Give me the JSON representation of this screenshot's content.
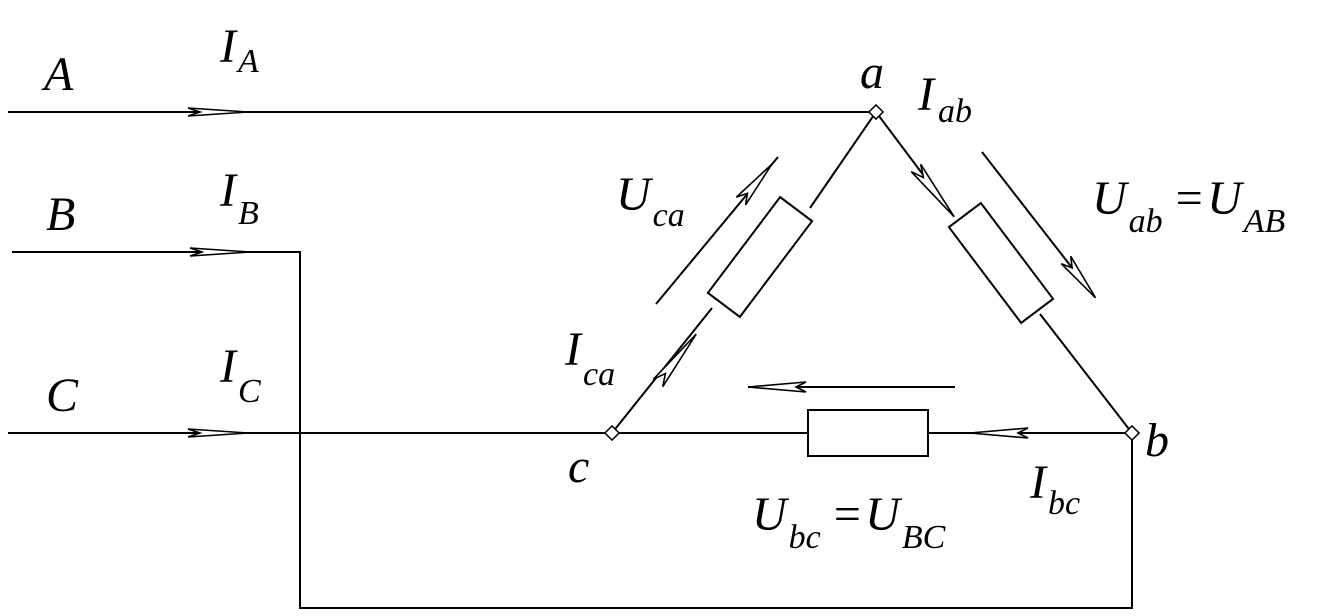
{
  "lines": [
    {
      "name": "A",
      "current": {
        "main": "I",
        "sub": "A"
      }
    },
    {
      "name": "B",
      "current": {
        "main": "I",
        "sub": "B"
      }
    },
    {
      "name": "C",
      "current": {
        "main": "I",
        "sub": "C"
      }
    }
  ],
  "nodes": {
    "a": "a",
    "b": "b",
    "c": "c"
  },
  "phase_currents": {
    "ab": {
      "main": "I",
      "sub": "ab"
    },
    "bc": {
      "main": "I",
      "sub": "bc"
    },
    "ca": {
      "main": "I",
      "sub": "ca"
    }
  },
  "voltages": {
    "ab": {
      "main": "U",
      "sub": "ab",
      "eq": "=",
      "rhs_main": "U",
      "rhs_sub": "AB"
    },
    "bc": {
      "main": "U",
      "sub": "bc",
      "eq": "=",
      "rhs_main": "U",
      "rhs_sub": "BC"
    },
    "ca": {
      "main": "U",
      "sub": "ca"
    }
  }
}
